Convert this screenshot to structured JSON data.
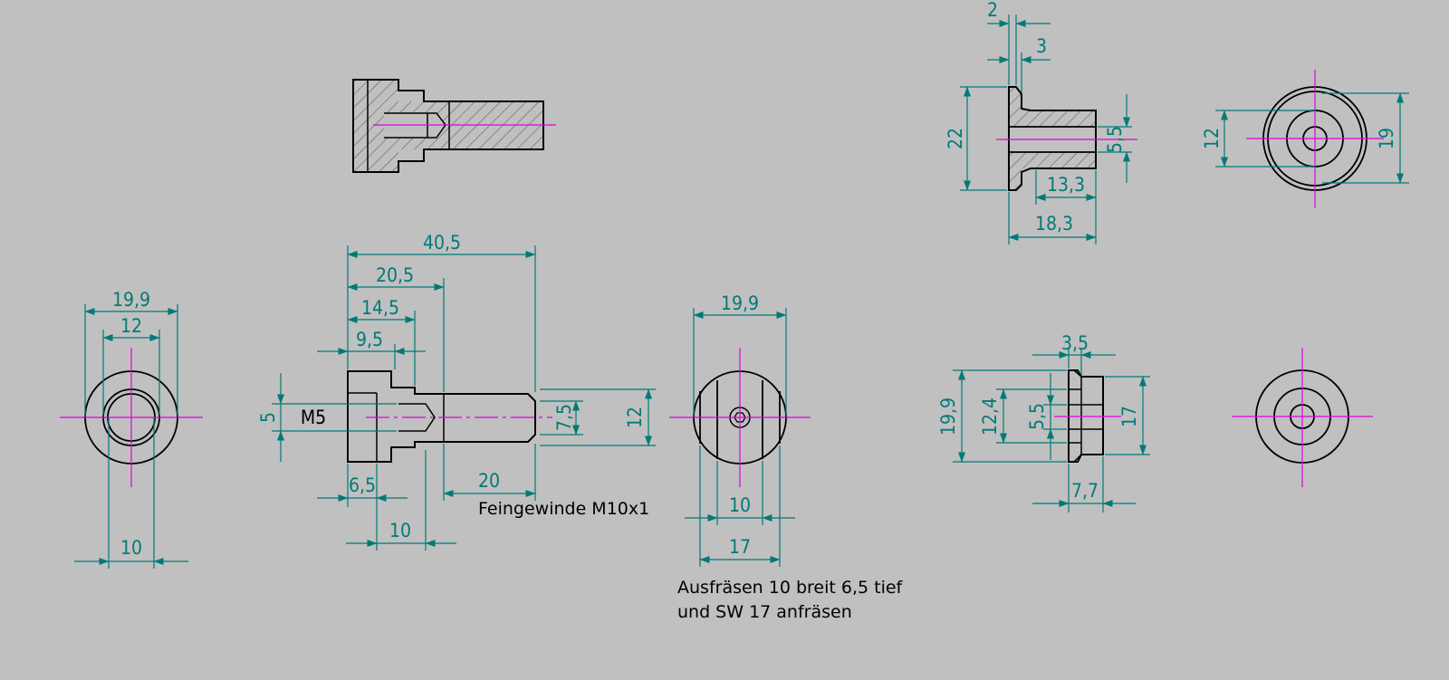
{
  "colors": {
    "background": "#c0c0c0",
    "outline": "#000000",
    "dimension": "#007a78",
    "center_line": "#e000e0",
    "hatch": "#505050"
  },
  "dims": {
    "bolt_end": {
      "d199": "19,9",
      "d12": "12",
      "d10": "10"
    },
    "bolt_side": {
      "l405": "40,5",
      "l205": "20,5",
      "l145": "14,5",
      "l95": "9,5",
      "l65": "6,5",
      "l20": "20",
      "l10": "10",
      "v5": "5",
      "m5": "M5",
      "v75": "7,5",
      "v12": "12"
    },
    "bolt_head": {
      "d199": "19,9",
      "d10": "10",
      "d17": "17"
    },
    "bushing_side": {
      "w2": "2",
      "w3": "3",
      "v22": "22",
      "v55": "5,5",
      "l133": "13,3",
      "l183": "18,3"
    },
    "bushing_end": {
      "v12": "12",
      "v19": "19"
    },
    "cap_side": {
      "w35": "3,5",
      "v199": "19,9",
      "v124": "12,4",
      "v55": "5,5",
      "v17": "17",
      "w77": "7,7"
    }
  },
  "notes": {
    "thread": "Feingewinde M10x1",
    "mill_line1": "Ausfräsen 10 breit 6,5 tief",
    "mill_line2": "und SW 17 anfräsen"
  }
}
